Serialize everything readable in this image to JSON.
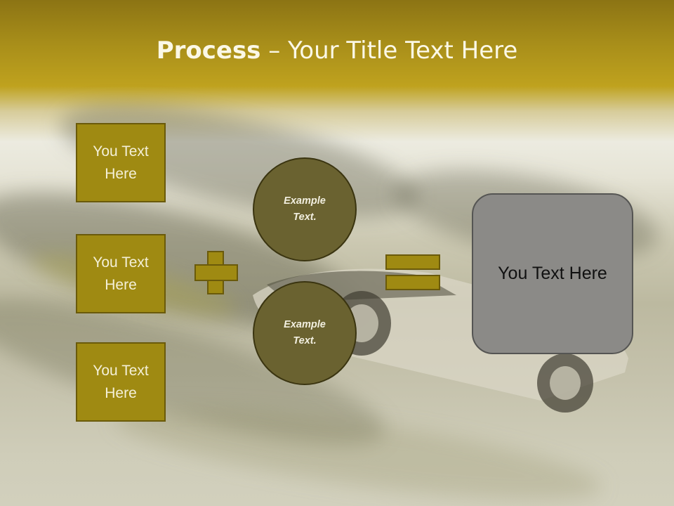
{
  "slide": {
    "title_bold": "Process",
    "title_rest": " – Your Title Text Here",
    "left_boxes": [
      {
        "label": "You Text Here"
      },
      {
        "label": "You Text Here"
      },
      {
        "label": "You Text Here"
      }
    ],
    "circles": [
      {
        "label": "Example Text."
      },
      {
        "label": "Example Text."
      }
    ],
    "result_box": {
      "label": "You Text Here"
    }
  },
  "colors": {
    "box_fill": "#9f8a12",
    "circle_fill": "#6a6230",
    "result_fill": "#8b8a87",
    "title_band": "#a98f1a"
  },
  "icons": {
    "plus": "plus-icon",
    "equals": "equals-icon"
  }
}
